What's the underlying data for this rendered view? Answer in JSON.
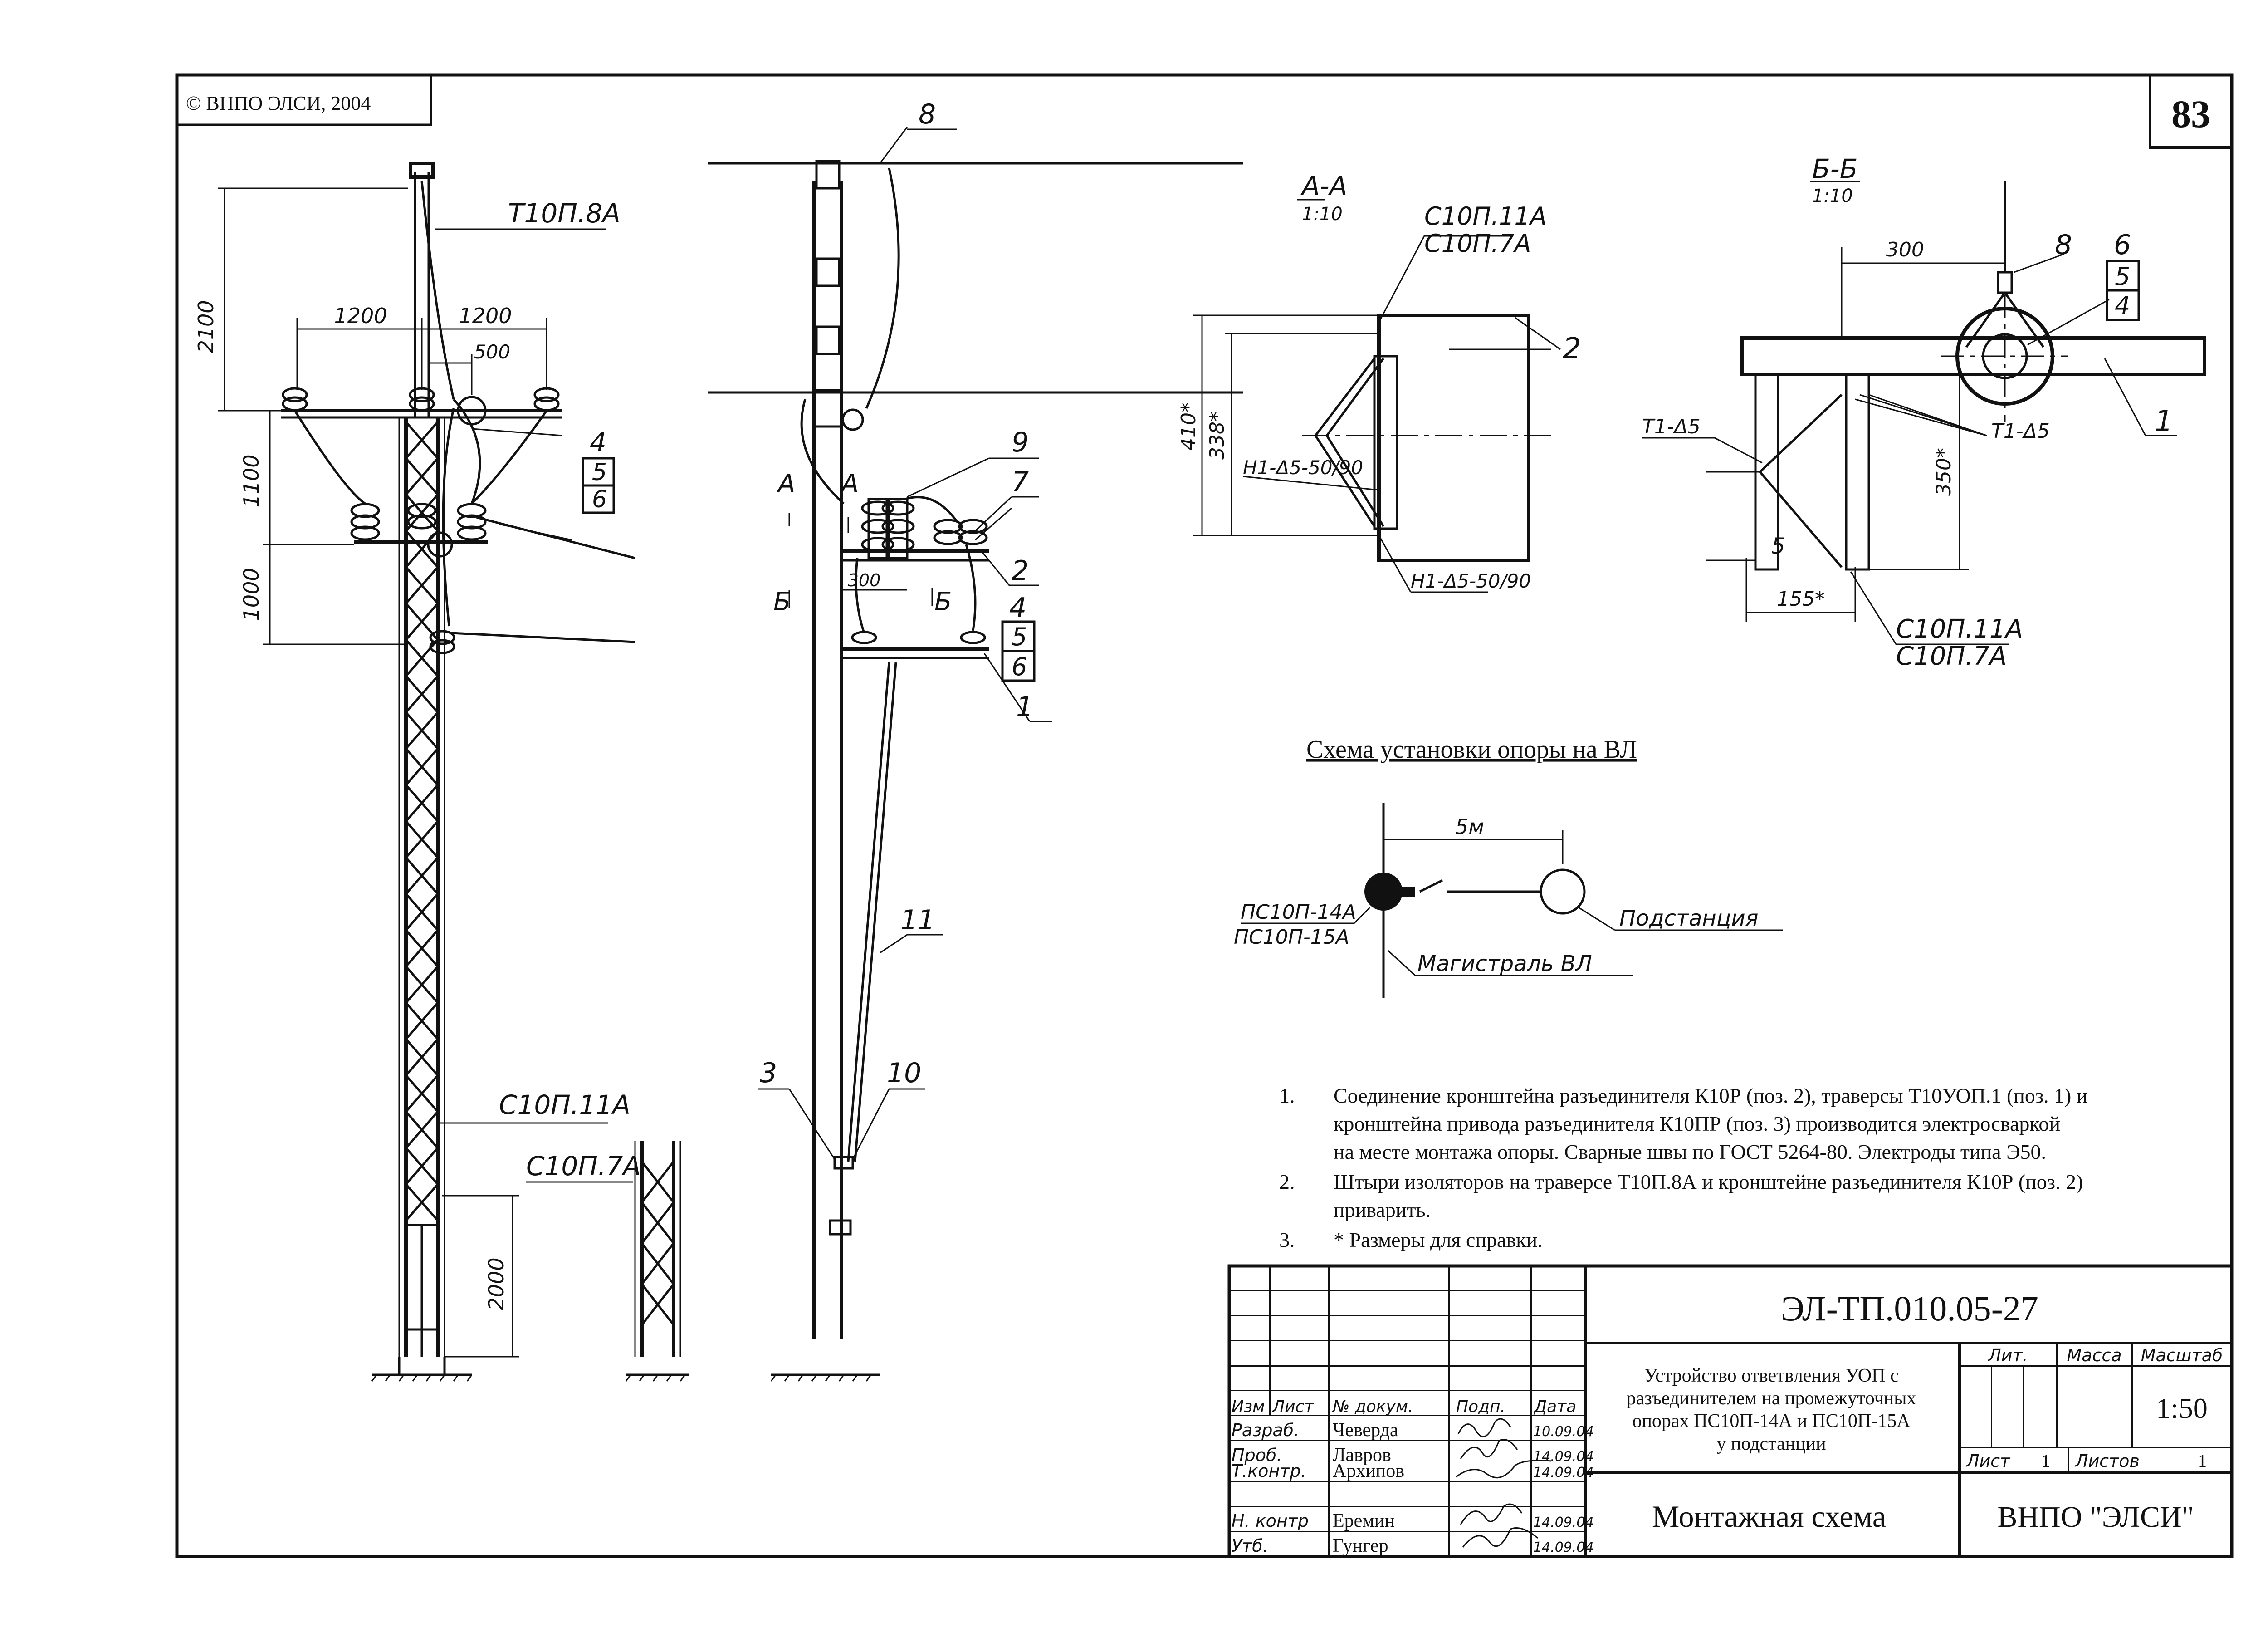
{
  "header": {
    "copyright": "© ВНПО ЭЛСИ, 2004",
    "sheet_number": "83"
  },
  "front_view": {
    "traverse_label": "Т10П.8А",
    "column_label": "С10П.11А",
    "detail_label": "С10П.7А",
    "dim_top": "2100",
    "dim_left_arm": "1200",
    "dim_right_arm": "1200",
    "dim_500": "500",
    "dim_1100": "1100",
    "dim_1000": "1000",
    "dim_2000": "2000",
    "pos_4": "4",
    "pos_5": "5",
    "pos_6": "6"
  },
  "side_view": {
    "pos_8": "8",
    "pos_9": "9",
    "pos_7": "7",
    "pos_2": "2",
    "pos_4": "4",
    "pos_5": "5",
    "pos_6": "6",
    "pos_1": "1",
    "pos_11": "11",
    "pos_3": "3",
    "pos_10": "10",
    "section_a": "А",
    "section_b": "Б",
    "dim_300": "300"
  },
  "section_aa": {
    "title": "А-А",
    "scale": "1:10",
    "part_top": "С10П.11А",
    "part_bottom": "С10П.7А",
    "dim_410": "410*",
    "dim_338": "338*",
    "weld_left": "Н1-Δ5-50/90",
    "weld_bottom": "Н1-Δ5-50/90",
    "pos_2": "2"
  },
  "section_bb": {
    "title": "Б-Б",
    "scale": "1:10",
    "dim_300": "300",
    "pos_8": "8",
    "pos_6": "6",
    "pos_5": "5",
    "pos_4": "4",
    "pos_1": "1",
    "weld_left": "Т1-Δ5",
    "weld_right": "Т1-Δ5",
    "dim_350": "350*",
    "dim_5": "5",
    "dim_155": "155*",
    "part_top": "С10П.11А",
    "part_bottom": "С10П.7А"
  },
  "scheme": {
    "title": "Схема установки опоры на ВЛ",
    "distance": "5м",
    "pole_label_1": "ПС10П-14А",
    "pole_label_2": "ПС10П-15А",
    "substation": "Подстанция",
    "mainline": "Магистраль ВЛ"
  },
  "notes": [
    {
      "num": "1.",
      "lines": [
        "Соединение кронштейна разъединителя  К10Р (поз. 2), траверсы Т10УОП.1 (поз. 1) и",
        "кронштейна привода разъединителя  К10ПР (поз. 3)  производится  электросваркой",
        "на месте монтажа опоры.  Сварные швы по ГОСТ 5264-80. Электроды типа Э50."
      ]
    },
    {
      "num": "2.",
      "lines": [
        "Штыри изоляторов на траверсе Т10П.8А и кронштейне разъединителя  К10Р (поз. 2)",
        "приварить."
      ]
    },
    {
      "num": "3.",
      "lines": [
        "* Размеры для справки."
      ]
    }
  ],
  "title_block": {
    "doc_code": "ЭЛ-ТП.010.05-27",
    "description": [
      "Устройство ответвления УОП с",
      "разъединителем на промежуточных",
      "опорах ПС10П-14А и ПС10П-15А",
      "у подстанции"
    ],
    "drawing_title": "Монтажная схема",
    "organization": "ВНПО \"ЭЛСИ\"",
    "col_lit": "Лит.",
    "col_mass": "Масса",
    "col_scale": "Масштаб",
    "scale": "1:50",
    "sheet_label": "Лист",
    "sheet_value": "1",
    "sheets_label": "Листов",
    "sheets_value": "1",
    "head_izm": "Изм",
    "head_list": "Лист",
    "head_doc": "№ докум.",
    "head_sign": "Подп.",
    "head_date": "Дата",
    "roles": [
      {
        "role": "Разраб.",
        "name": "Чеверда",
        "date": "10.09.04"
      },
      {
        "role": "Проб.",
        "name": "Лавров",
        "date": "14.09.04"
      },
      {
        "role": "Т.контр.",
        "name": "Архипов",
        "date": "14.09.04"
      },
      {
        "role": "Н. контр",
        "name": "Еремин",
        "date": "14.09.04"
      },
      {
        "role": "Утб.",
        "name": "Гунгер",
        "date": "14.09.04"
      }
    ]
  }
}
